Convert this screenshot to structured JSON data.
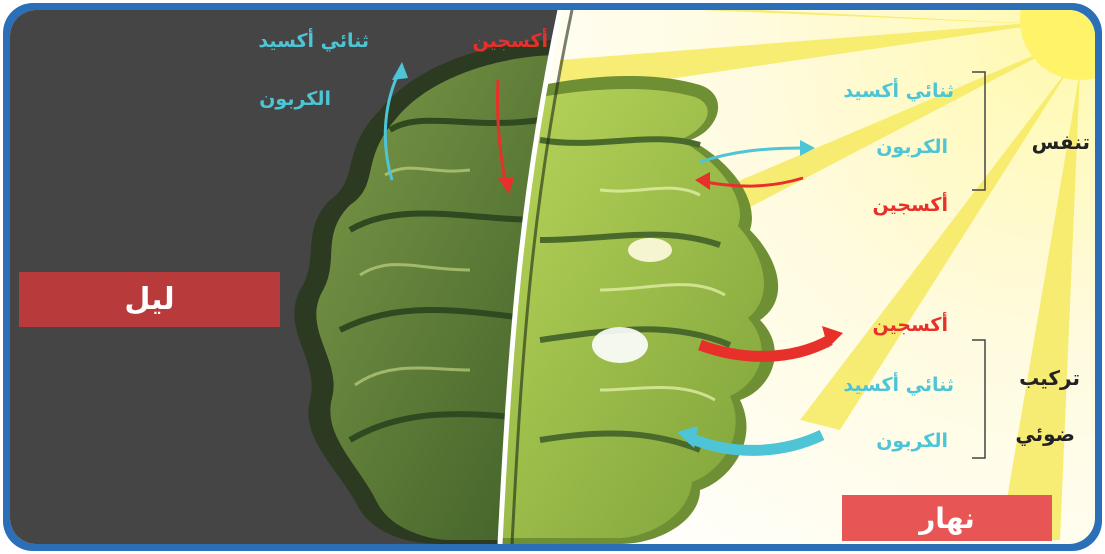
{
  "night": {
    "label": "ليل",
    "co2_line1": "ثنائي أكسيد",
    "co2_line2": "الكربون",
    "oxygen": "أكسجين"
  },
  "day": {
    "label": "نهار",
    "respiration": {
      "label": "تنفس",
      "co2_line1": "ثنائي أكسيد",
      "co2_line2": "الكربون",
      "oxygen": "أكسجين"
    },
    "photosynthesis": {
      "label_line1": "تركيب",
      "label_line2": "ضوئي",
      "oxygen": "أكسجين",
      "co2_line1": "ثنائي أكسيد",
      "co2_line2": "الكربون"
    }
  },
  "colors": {
    "frame": "#2a6fb8",
    "night_bg": "#454545",
    "banner_red": "#b83a3a",
    "day_banner": "#e85555",
    "co2": "#4dc5d6",
    "oxygen": "#e8302a",
    "sun": "#f6e85a",
    "leaf_dark": "#4a6a2c",
    "leaf_light": "#a9c94a"
  }
}
